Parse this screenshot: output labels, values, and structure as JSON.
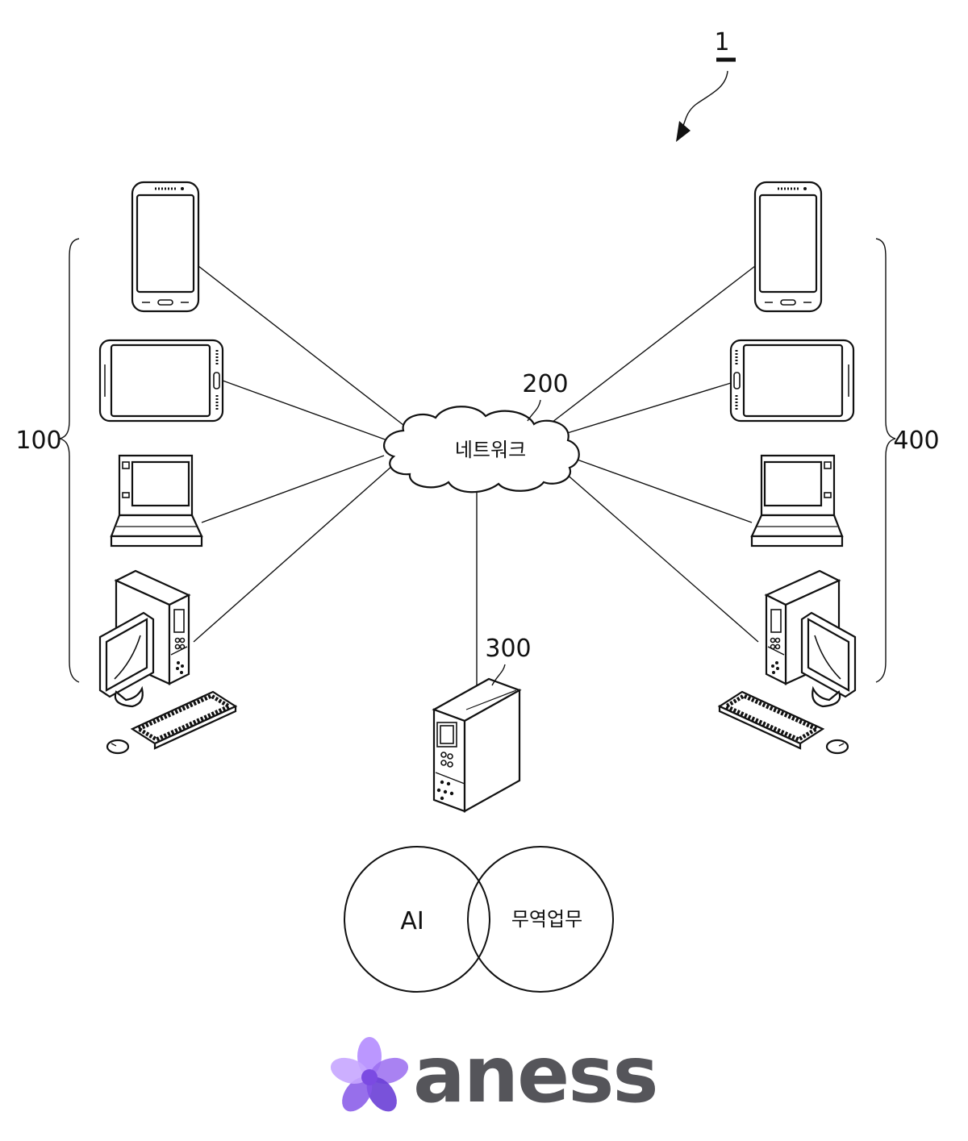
{
  "figure": {
    "system_ref": "1",
    "network_ref": "200",
    "network_label": "네트워크",
    "server_ref": "300",
    "left_group_ref": "100",
    "right_group_ref": "400",
    "venn": {
      "left_label": "AI",
      "right_label": "무역업무"
    }
  },
  "brand": {
    "name": "aness",
    "text_color": "#55555a",
    "logo_colors": [
      "#6a3fd6",
      "#9a6cf0",
      "#c7a6ff"
    ]
  }
}
